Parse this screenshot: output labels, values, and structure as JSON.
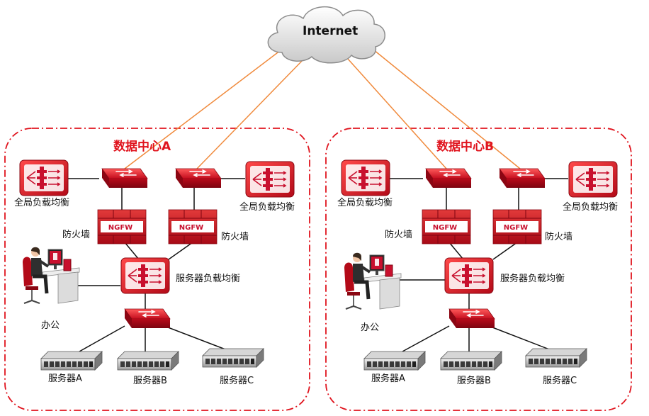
{
  "internet": {
    "label": "Internet"
  },
  "datacenters": [
    {
      "title": "数据中心A",
      "gslb_label": "全局负载均衡",
      "firewall_label": "防火墙",
      "firewall_brand": "NGFW",
      "slb_label": "服务器负载均衡",
      "office_label": "办公",
      "servers": [
        "服务器A",
        "服务器B",
        "服务器C"
      ]
    },
    {
      "title": "数据中心B",
      "gslb_label": "全局负载均衡",
      "firewall_label": "防火墙",
      "firewall_brand": "NGFW",
      "slb_label": "服务器负载均衡",
      "office_label": "办公",
      "servers": [
        "服务器A",
        "服务器B",
        "服务器C"
      ]
    }
  ],
  "colors": {
    "accent_red": "#e0141e",
    "device_red": "#c8102e",
    "link_orange": "#f08a3c",
    "link_black": "#111111"
  }
}
